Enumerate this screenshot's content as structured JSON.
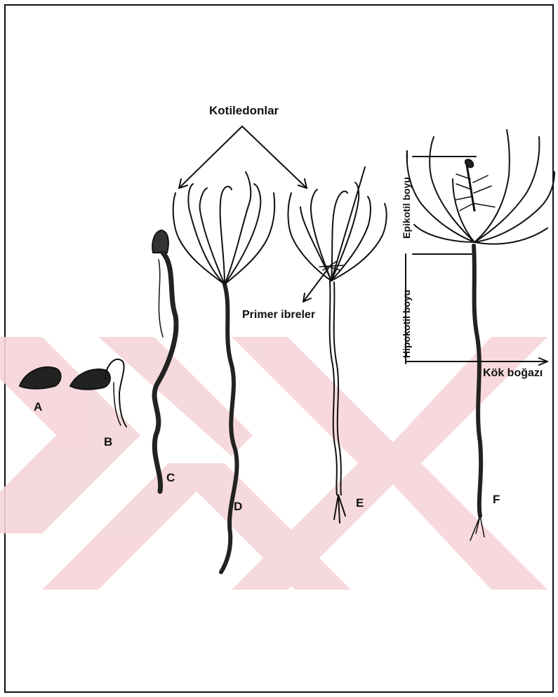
{
  "labels": {
    "kotiledonlar": "Kotiledonlar",
    "primer_ibreler": "Primer ibreler",
    "epikotil_boyu": "Epikotil boyu",
    "hipokotil_boyu": "Hipokotil boyu",
    "kok_bogazi": "Kök boğazı"
  },
  "stages": [
    "A",
    "B",
    "C",
    "D",
    "E",
    "F"
  ],
  "colors": {
    "ink": "#111111",
    "watermark": "#f6d5d9"
  }
}
